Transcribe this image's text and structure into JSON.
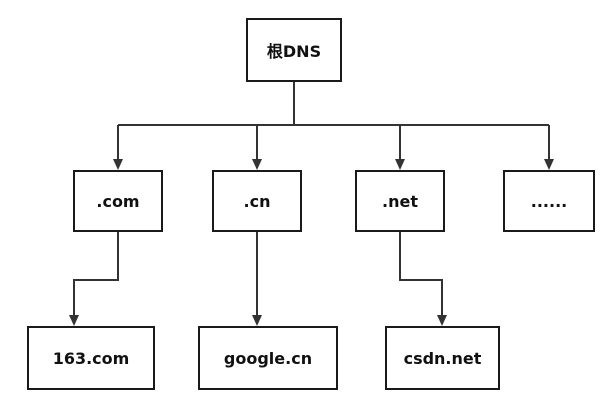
{
  "diagram": {
    "type": "tree",
    "nodes": {
      "root": {
        "label": "根DNS"
      },
      "com": {
        "label": ".com"
      },
      "cn": {
        "label": ".cn"
      },
      "net": {
        "label": ".net"
      },
      "more": {
        "label": "......"
      },
      "n163": {
        "label": "163.com"
      },
      "google": {
        "label": "google.cn"
      },
      "csdn": {
        "label": "csdn.net"
      }
    },
    "edges": [
      {
        "from": "root",
        "to": "com"
      },
      {
        "from": "root",
        "to": "cn"
      },
      {
        "from": "root",
        "to": "net"
      },
      {
        "from": "root",
        "to": "more"
      },
      {
        "from": "com",
        "to": "n163"
      },
      {
        "from": "cn",
        "to": "google"
      },
      {
        "from": "net",
        "to": "csdn"
      }
    ],
    "colors": {
      "stroke": "#333333",
      "border": "#1a1a1a",
      "text": "#111111",
      "background": "#ffffff"
    }
  }
}
